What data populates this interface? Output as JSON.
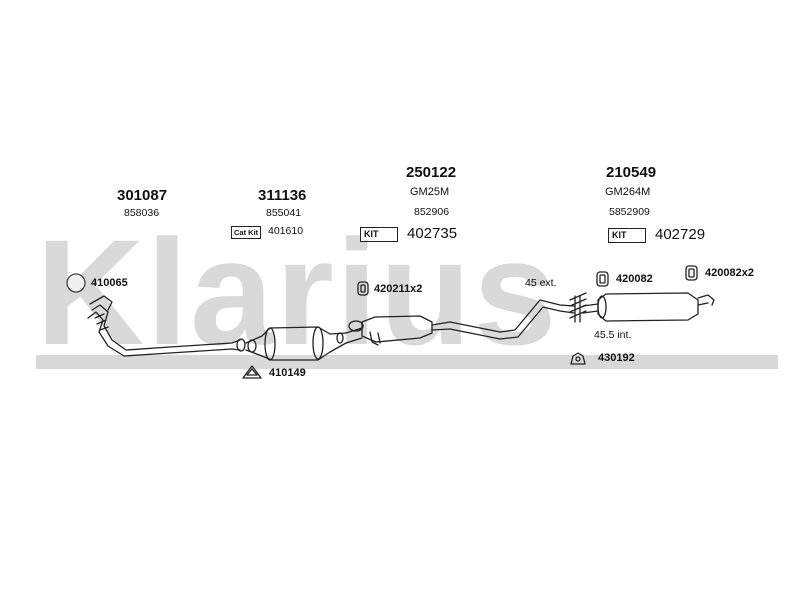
{
  "watermark": {
    "brand": "Klarius"
  },
  "parts": {
    "p1": {
      "number": "301087",
      "oe": "858036"
    },
    "p2": {
      "number": "311136",
      "oe": "855041",
      "kit_badge": "Cat Kit",
      "kit": "401610"
    },
    "p3": {
      "number": "250122",
      "ref": "GM25M",
      "oe": "852906",
      "kit_badge": "KIT",
      "kit": "402735"
    },
    "p4": {
      "number": "210549",
      "ref": "GM264M",
      "oe": "5852909",
      "kit_badge": "KIT",
      "kit": "402729"
    }
  },
  "fittings": {
    "gasket_front": "410065",
    "gasket_cat": "410149",
    "mount_mid": "420211x2",
    "mount_rear_a": "420082",
    "mount_rear_b": "420082x2",
    "clamp": "430192"
  },
  "notes": {
    "ext": "45 ext.",
    "int": "45.5 int."
  },
  "colors": {
    "watermark": "#d9d9d9",
    "line": "#222222"
  }
}
